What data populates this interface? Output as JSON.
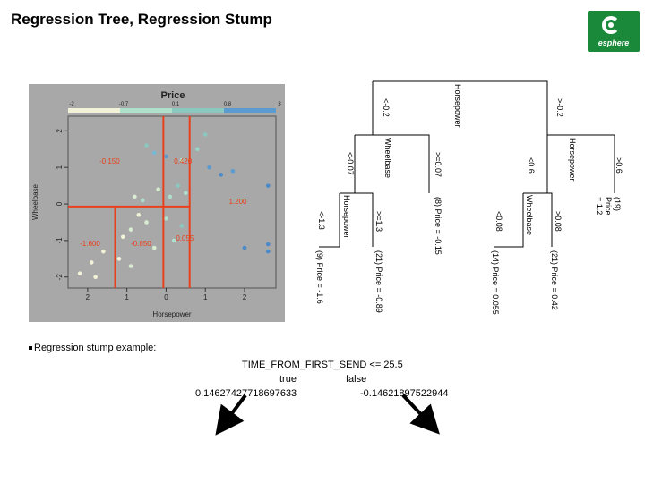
{
  "slide": {
    "title": "Regression Tree, Regression Stump",
    "logo_text": "esphere",
    "bullet": "Regression stump example:"
  },
  "stump": {
    "root": "TIME_FROM_FIRST_SEND <= 25.5",
    "true_label": "true",
    "false_label": "false",
    "left_value": "0.14627427718697633",
    "right_value": "-0.14621897522944"
  },
  "chart_data": {
    "type": "scatter",
    "title": "Price",
    "xlabel": "Horsepower",
    "ylabel": "Wheelbase",
    "legend_ticks": [
      "-2",
      "-0.7",
      "0.1",
      "0.8",
      "3"
    ],
    "x_ticks": [
      "2",
      "1",
      "0",
      "1",
      "2"
    ],
    "y_ticks": [
      "2",
      "1",
      "0",
      "-1",
      "-2"
    ],
    "xlim": [
      -2.5,
      2.8
    ],
    "ylim": [
      -2.3,
      2.4
    ],
    "partitions": [
      {
        "type": "v",
        "x": -0.07,
        "y0": -2.3,
        "y1": 2.4
      },
      {
        "type": "v",
        "x": 0.6,
        "y0": -2.3,
        "y1": 2.4
      },
      {
        "type": "h",
        "y": -0.07,
        "x0": -2.5,
        "x1": 0.6
      },
      {
        "type": "v",
        "x": -1.3,
        "y0": -2.3,
        "y1": -0.07
      }
    ],
    "region_labels": [
      {
        "text": "-0.150",
        "x": -1.7,
        "y": 1.1
      },
      {
        "text": "0.420",
        "x": 0.2,
        "y": 1.1
      },
      {
        "text": "1.200",
        "x": 1.6,
        "y": 0.0
      },
      {
        "text": "-1.600",
        "x": -2.2,
        "y": -1.15
      },
      {
        "text": "-0.850",
        "x": -0.9,
        "y": -1.15
      },
      {
        "text": "0.055",
        "x": 0.25,
        "y": -1.0
      }
    ],
    "points": [
      {
        "x": -0.5,
        "y": 1.6,
        "c": "#8bc9c0"
      },
      {
        "x": -0.3,
        "y": 1.4,
        "c": "#7ab8d8"
      },
      {
        "x": 0.0,
        "y": 1.3,
        "c": "#5b9bd0"
      },
      {
        "x": 0.4,
        "y": 1.2,
        "c": "#aee0cc"
      },
      {
        "x": 0.8,
        "y": 1.5,
        "c": "#9ad2c4"
      },
      {
        "x": 1.0,
        "y": 1.9,
        "c": "#8bc9c0"
      },
      {
        "x": 1.1,
        "y": 1.0,
        "c": "#5b9bd0"
      },
      {
        "x": 1.4,
        "y": 0.8,
        "c": "#4a8ac8"
      },
      {
        "x": 1.7,
        "y": 0.9,
        "c": "#5b9bd0"
      },
      {
        "x": 2.6,
        "y": 0.5,
        "c": "#4a8ac8"
      },
      {
        "x": -0.8,
        "y": 0.2,
        "c": "#d8ecd0"
      },
      {
        "x": -0.6,
        "y": 0.1,
        "c": "#aee0cc"
      },
      {
        "x": -0.2,
        "y": 0.4,
        "c": "#d8ecd0"
      },
      {
        "x": 0.1,
        "y": 0.2,
        "c": "#aee0cc"
      },
      {
        "x": 0.3,
        "y": 0.5,
        "c": "#8bc9c0"
      },
      {
        "x": 0.5,
        "y": 0.3,
        "c": "#aee0cc"
      },
      {
        "x": -0.7,
        "y": -0.3,
        "c": "#f2f2d8"
      },
      {
        "x": -0.5,
        "y": -0.5,
        "c": "#d8ecd0"
      },
      {
        "x": 0.0,
        "y": -0.4,
        "c": "#aee0cc"
      },
      {
        "x": 0.4,
        "y": -0.6,
        "c": "#8bc9c0"
      },
      {
        "x": 0.2,
        "y": -1.0,
        "c": "#aee0cc"
      },
      {
        "x": -0.3,
        "y": -1.2,
        "c": "#d8ecd0"
      },
      {
        "x": -1.1,
        "y": -0.9,
        "c": "#f2f2d8"
      },
      {
        "x": -1.6,
        "y": -1.3,
        "c": "#f2f2d8"
      },
      {
        "x": -1.9,
        "y": -1.6,
        "c": "#f2f2d8"
      },
      {
        "x": -2.2,
        "y": -1.9,
        "c": "#f2f2d8"
      },
      {
        "x": -1.8,
        "y": -2.0,
        "c": "#f2f2d8"
      },
      {
        "x": -1.2,
        "y": -1.5,
        "c": "#f2f2d8"
      },
      {
        "x": -0.9,
        "y": -1.7,
        "c": "#d8ecd0"
      },
      {
        "x": 2.0,
        "y": -1.2,
        "c": "#4a8ac8"
      },
      {
        "x": 2.6,
        "y": -1.1,
        "c": "#4a8ac8"
      },
      {
        "x": 2.6,
        "y": -1.3,
        "c": "#4a8ac8"
      },
      {
        "x": -0.9,
        "y": -0.7,
        "c": "#d8ecd0"
      },
      {
        "x": 0.6,
        "y": -0.9,
        "c": "#8bc9c0"
      }
    ],
    "colors": {
      "partition": "#e8401c",
      "region_label": "#e8401c",
      "panel_bg": "#a8a8a8"
    }
  },
  "tree": {
    "root_label": "Horsepower",
    "root_left": "<-0.2",
    "root_right": ">-0.2",
    "l_node": "Wheelbase",
    "l_left": "<-0.07",
    "l_right": ">=0.07",
    "l_right_leaf": "(8) Price = -0.15",
    "ll_node": "Horsepower",
    "ll_left": "<-1.3",
    "ll_right": ">=1.3",
    "ll_left_leaf": "(9) Price = -1.6",
    "ll_right_leaf": "(21) Price = -0.89",
    "r_node": "Horsepower",
    "r_left": "<0.6",
    "r_right": ">0.6",
    "r_right_leaf": "(19) Price = 1.2",
    "rl_node": "Wheelbase",
    "rl_left": "<0.08",
    "rl_right": ">0.08",
    "rl_left_leaf": "(14) Price = 0.055",
    "rl_right_leaf": "(21) Price = 0.42"
  }
}
